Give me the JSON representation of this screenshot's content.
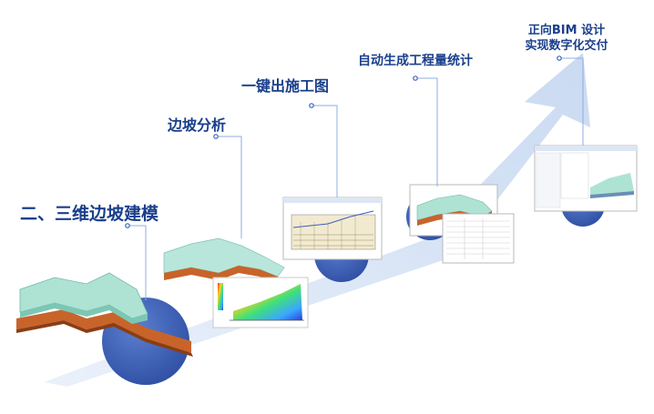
{
  "stages": [
    {
      "id": "modeling",
      "label": "二、三维边坡建模"
    },
    {
      "id": "analysis",
      "label": "边坡分析"
    },
    {
      "id": "drawing",
      "label": "一键出施工图"
    },
    {
      "id": "quantity",
      "label": "自动生成工程量统计"
    },
    {
      "id": "bim",
      "label_line1": "正向BIM 设计",
      "label_line2": "实现数字化交付"
    }
  ],
  "colors": {
    "label": "#1a3f8c",
    "arrow": "#d7e3f5",
    "disc": "#3f63b9",
    "slope_top": "#aee3d4",
    "soil": "#c8642a",
    "leader": "#8faee0"
  }
}
